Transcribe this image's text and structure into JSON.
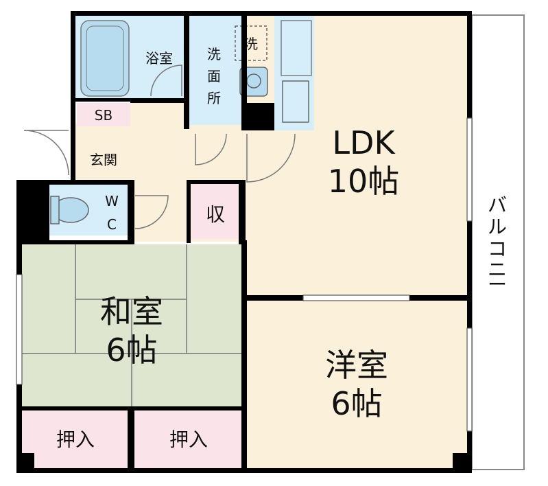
{
  "rooms": {
    "bath": "浴室",
    "washroom_chars": [
      "洗",
      "面",
      "所"
    ],
    "washer": "洗",
    "shoebox": "SB",
    "entrance": "玄関",
    "wc_chars": [
      "W",
      "C"
    ],
    "storage": "収",
    "ldk_name": "LDK",
    "ldk_size": "10帖",
    "washitsu_name": "和室",
    "washitsu_size": "6帖",
    "youshitsu_name": "洋室",
    "youshitsu_size": "6帖",
    "closet_left": "押入",
    "closet_right": "押入",
    "balcony_chars": [
      "バ",
      "ル",
      "コ",
      "ニ",
      "ー"
    ]
  },
  "colors": {
    "wall": "#000000",
    "water_area": "#d6eef9",
    "fixture_blue": "#b7dcef",
    "floor_wood": "#fbf1da",
    "tatami": "#dfe6d0",
    "closet_pink": "#fbe3ea",
    "line": "#777777"
  }
}
